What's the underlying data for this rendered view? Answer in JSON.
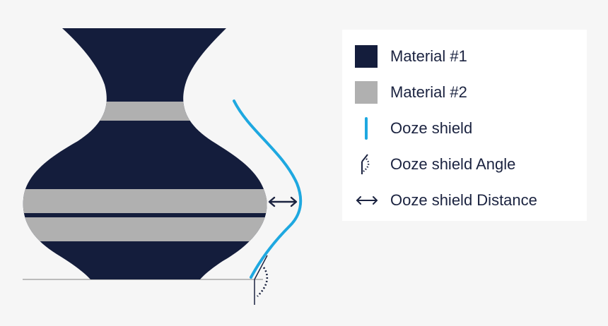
{
  "colors": {
    "material1": "#141d3c",
    "material2": "#b0b0b0",
    "ooze_shield": "#1ea8e0",
    "annotation": "#1b2340",
    "ground": "#a8a8a8",
    "background": "#f6f6f6"
  },
  "legend": {
    "items": [
      {
        "icon": "material-1-swatch",
        "label": "Material #1"
      },
      {
        "icon": "material-2-swatch",
        "label": "Material #2"
      },
      {
        "icon": "ooze-shield-line-icon",
        "label": "Ooze shield"
      },
      {
        "icon": "ooze-shield-angle-icon",
        "label": "Ooze shield Angle"
      },
      {
        "icon": "double-arrow-icon",
        "label": "Ooze shield Distance"
      }
    ]
  }
}
